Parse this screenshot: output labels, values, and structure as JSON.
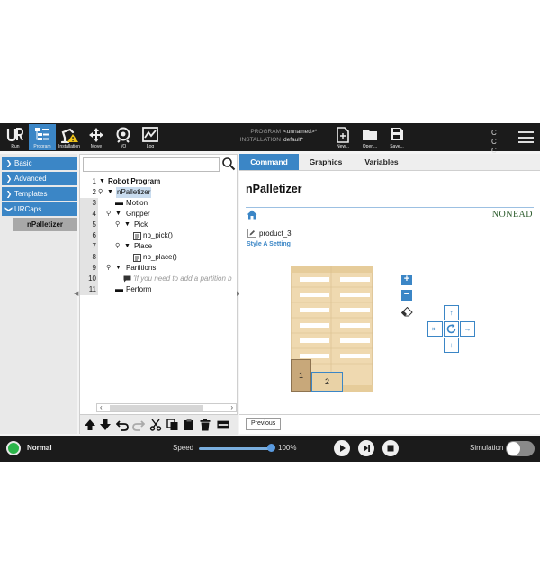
{
  "topbar": {
    "buttons": [
      {
        "label": "Run"
      },
      {
        "label": "Program"
      },
      {
        "label": "Installation"
      },
      {
        "label": "Move"
      },
      {
        "label": "I/O"
      },
      {
        "label": "Log"
      }
    ],
    "program_key": "PROGRAM",
    "program_value": "<unnamed>*",
    "installation_key": "INSTALLATION",
    "installation_value": "default*",
    "file_buttons": [
      {
        "label": "New..."
      },
      {
        "label": "Open..."
      },
      {
        "label": "Save..."
      }
    ],
    "cc_label": "C C\nC C"
  },
  "leftnav": {
    "items": [
      {
        "label": "Basic"
      },
      {
        "label": "Advanced"
      },
      {
        "label": "Templates"
      },
      {
        "label": "URCaps"
      }
    ],
    "sub_item": "nPalletizer"
  },
  "tree": {
    "rows": [
      {
        "num": "1",
        "label": "Robot Program"
      },
      {
        "num": "2",
        "label": "nPalletizer"
      },
      {
        "num": "3",
        "label": "Motion"
      },
      {
        "num": "4",
        "label": "Gripper"
      },
      {
        "num": "5",
        "label": "Pick"
      },
      {
        "num": "6",
        "label": "np_pick()"
      },
      {
        "num": "7",
        "label": "Place"
      },
      {
        "num": "8",
        "label": "np_place()"
      },
      {
        "num": "9",
        "label": "Partitions"
      },
      {
        "num": "10",
        "label": "'If you need to add a partition b"
      },
      {
        "num": "11",
        "label": "Perform"
      }
    ]
  },
  "rightpanel": {
    "tabs": [
      {
        "label": "Command"
      },
      {
        "label": "Graphics"
      },
      {
        "label": "Variables"
      }
    ],
    "title": "nPalletizer",
    "brand": "NONEAD",
    "product": "product_3",
    "style_link": "Style A Setting",
    "boxes": [
      {
        "label": "1"
      },
      {
        "label": "2"
      }
    ],
    "pad_labels": {
      "up": "↑",
      "down": "↓",
      "left": "⇤",
      "right": "→"
    },
    "previous_label": "Previous"
  },
  "footer": {
    "status": "Normal",
    "speed_label": "Speed",
    "speed_value": "100%",
    "speed_fraction": 1.0,
    "simulation_label": "Simulation",
    "status_color": "#2bb54a",
    "accent_color": "#3b86c6"
  }
}
